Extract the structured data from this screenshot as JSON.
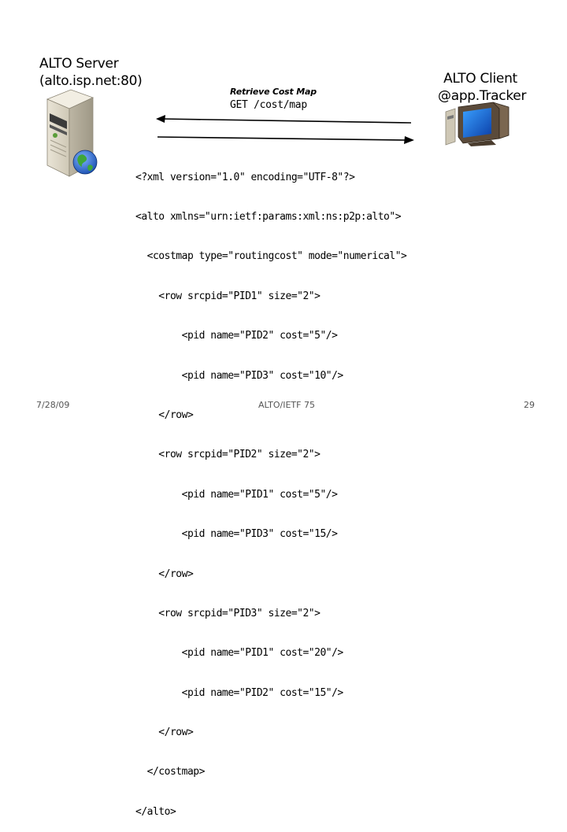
{
  "server": {
    "line1": "ALTO Server",
    "line2": "(alto.isp.net:80)"
  },
  "client": {
    "line1": "ALTO Client",
    "line2": "@app.Tracker"
  },
  "request": {
    "title": "Retrieve Cost Map",
    "line": "GET /cost/map"
  },
  "response_xml": [
    "<?xml version=\"1.0\" encoding=\"UTF-8\"?>",
    "<alto xmlns=\"urn:ietf:params:xml:ns:p2p:alto\">",
    "  <costmap type=\"routingcost\" mode=\"numerical\">",
    "    <row srcpid=\"PID1\" size=\"2\">",
    "        <pid name=\"PID2\" cost=\"5\"/>",
    "        <pid name=\"PID3\" cost=\"10\"/>",
    "    </row>",
    "    <row srcpid=\"PID2\" size=\"2\">",
    "        <pid name=\"PID1\" cost=\"5\"/>",
    "        <pid name=\"PID3\" cost=\"15/>",
    "    </row>",
    "    <row srcpid=\"PID3\" size=\"2\">",
    "        <pid name=\"PID1\" cost=\"20\"/>",
    "        <pid name=\"PID2\" cost=\"15\"/>",
    "    </row>",
    "  </costmap>",
    "</alto>"
  ],
  "footer": {
    "date": "7/28/09",
    "center": "ALTO/IETF 75",
    "page": "29"
  }
}
